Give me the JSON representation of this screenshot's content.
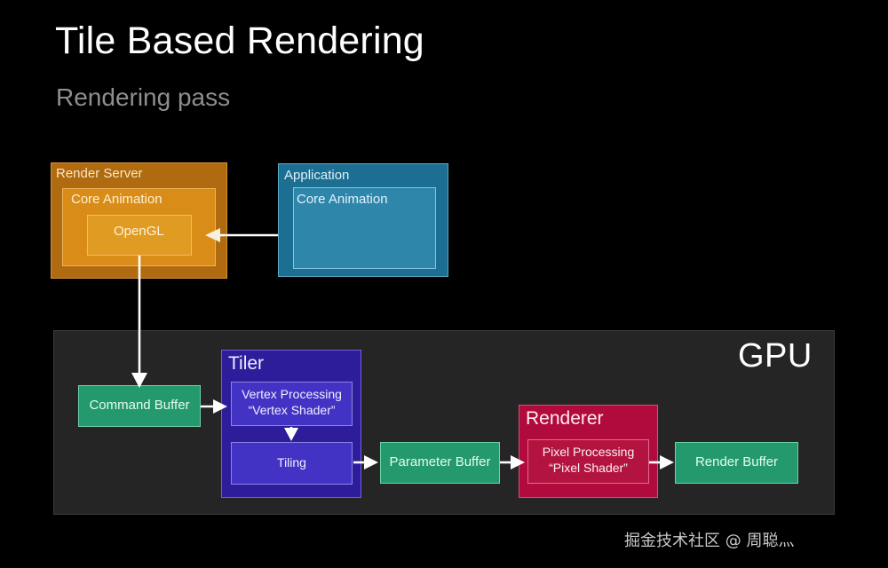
{
  "slide": {
    "title": "Tile Based Rendering",
    "subtitle": "Rendering pass",
    "watermark": "掘金技术社区 @ 周聪灬"
  },
  "cpu_side": {
    "render_server": {
      "label": "Render Server",
      "core_animation": "Core Animation",
      "opengl": "OpenGL",
      "color": "#b06a10",
      "mid_color": "#d98d18",
      "inner_color": "#e09b22"
    },
    "application": {
      "label": "Application",
      "core_animation": "Core Animation",
      "color": "#1c6f93",
      "inner_color": "#2e87ab"
    }
  },
  "gpu": {
    "label": "GPU",
    "panel_color": "#252525",
    "command_buffer": "Command Buffer",
    "tiler": {
      "label": "Tiler",
      "color": "#2d1d9b",
      "step_color": "#4233c4",
      "vertex_processing_line1": "Vertex Processing",
      "vertex_processing_line2": "“Vertex Shader”",
      "tiling": "Tiling"
    },
    "parameter_buffer": "Parameter Buffer",
    "renderer": {
      "label": "Renderer",
      "color": "#b00b3c",
      "step_color": "#b3143f",
      "pixel_processing_line1": "Pixel Processing",
      "pixel_processing_line2": "“Pixel Shader”"
    },
    "render_buffer": "Render Buffer",
    "buffer_color": "#23996d"
  },
  "flow": {
    "arrows": [
      {
        "name": "application-to-render-server",
        "direction": "left"
      },
      {
        "name": "opengl-to-command-buffer",
        "direction": "down"
      },
      {
        "name": "command-buffer-to-vertex-processing",
        "direction": "right"
      },
      {
        "name": "vertex-processing-to-tiling",
        "direction": "down"
      },
      {
        "name": "tiling-to-parameter-buffer",
        "direction": "right"
      },
      {
        "name": "parameter-buffer-to-pixel-processing",
        "direction": "right"
      },
      {
        "name": "pixel-processing-to-render-buffer",
        "direction": "right"
      }
    ],
    "arrow_color": "#ffffff"
  }
}
